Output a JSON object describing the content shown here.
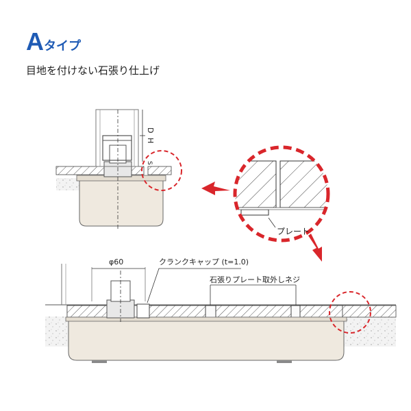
{
  "title": {
    "main": "A",
    "suffix": "タイプ"
  },
  "subtitle": "目地を付けない石張り仕上げ",
  "labels": {
    "dimension_h": "H",
    "dimension_d": "D",
    "dimension_s": "S",
    "plate": "プレート",
    "diameter": "φ60",
    "crank_cap": "クランクキャップ (t=1.0)",
    "screw": "石張りプレート取外しネジ"
  },
  "colors": {
    "title_blue": "#1f5bb5",
    "dashed_red": "#d9262b",
    "arrow_red": "#d9262b",
    "body_beige": "#efe9df",
    "hatch_line": "#555555"
  }
}
